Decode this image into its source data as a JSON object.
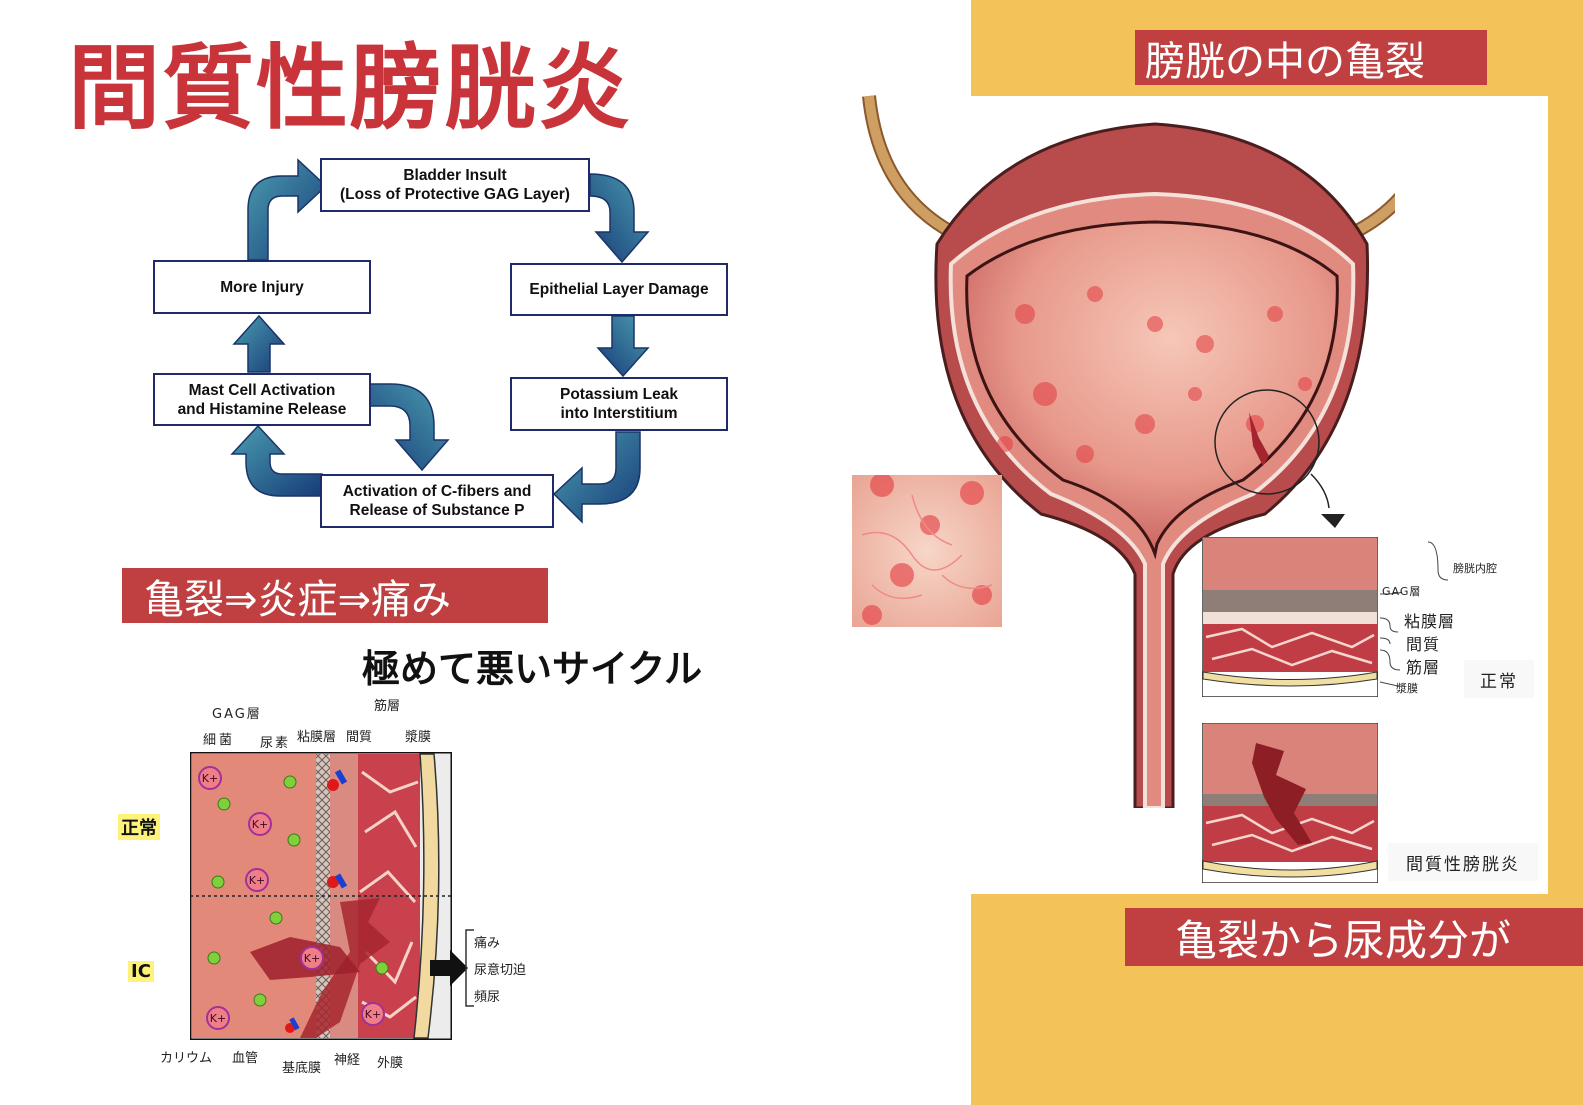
{
  "title": "間質性膀胱炎",
  "cycle": {
    "boxes": {
      "insult": "Bladder Insult\n(Loss of Protective GAG Layer)",
      "epithelial": "Epithelial Layer Damage",
      "potassium": "Potassium Leak\ninto Interstitium",
      "cfibers": "Activation of C-fibers and\nRelease of Substance P",
      "mast": "Mast Cell Activation\nand Histamine Release",
      "injury": "More Injury"
    },
    "caption": "極めて悪いサイクル"
  },
  "banner_left": "亀裂⇒炎症⇒痛み",
  "cross_section": {
    "top_labels": {
      "gag": "GAG層",
      "bacteria": "細菌",
      "urea": "尿素",
      "mucosa": "粘膜層",
      "interstitium": "間質",
      "muscle": "筋層",
      "serosa": "漿膜"
    },
    "bottom_labels": {
      "potassium": "カリウム",
      "vessel": "血管",
      "basement": "基底膜",
      "nerve": "神経",
      "adventitia": "外膜"
    },
    "row_normal": "正常",
    "row_ic": "IC",
    "ion": "K+",
    "symptoms": [
      "痛み",
      "尿意切迫",
      "頻尿"
    ]
  },
  "right_panel": {
    "top_banner": "膀胱の中の亀裂",
    "bottom_banner": "亀裂から尿成分が",
    "layer_labels": {
      "lumen": "膀胱内腔",
      "gag": "GAG層",
      "mucosa": "粘膜層",
      "interstitium": "間質",
      "muscle": "筋層",
      "serosa": "漿膜"
    },
    "normal_caption": "正常",
    "ic_caption": "間質性膀胱炎"
  },
  "colors": {
    "title_red": "#c8343a",
    "banner_red": "#c03f40",
    "frame_yellow": "#f3c35a",
    "arrow_dark": "#1e3f7a",
    "arrow_light": "#3c8aa0",
    "tissue_pink": "#e08b7d",
    "bladder_red": "#c95b59"
  }
}
